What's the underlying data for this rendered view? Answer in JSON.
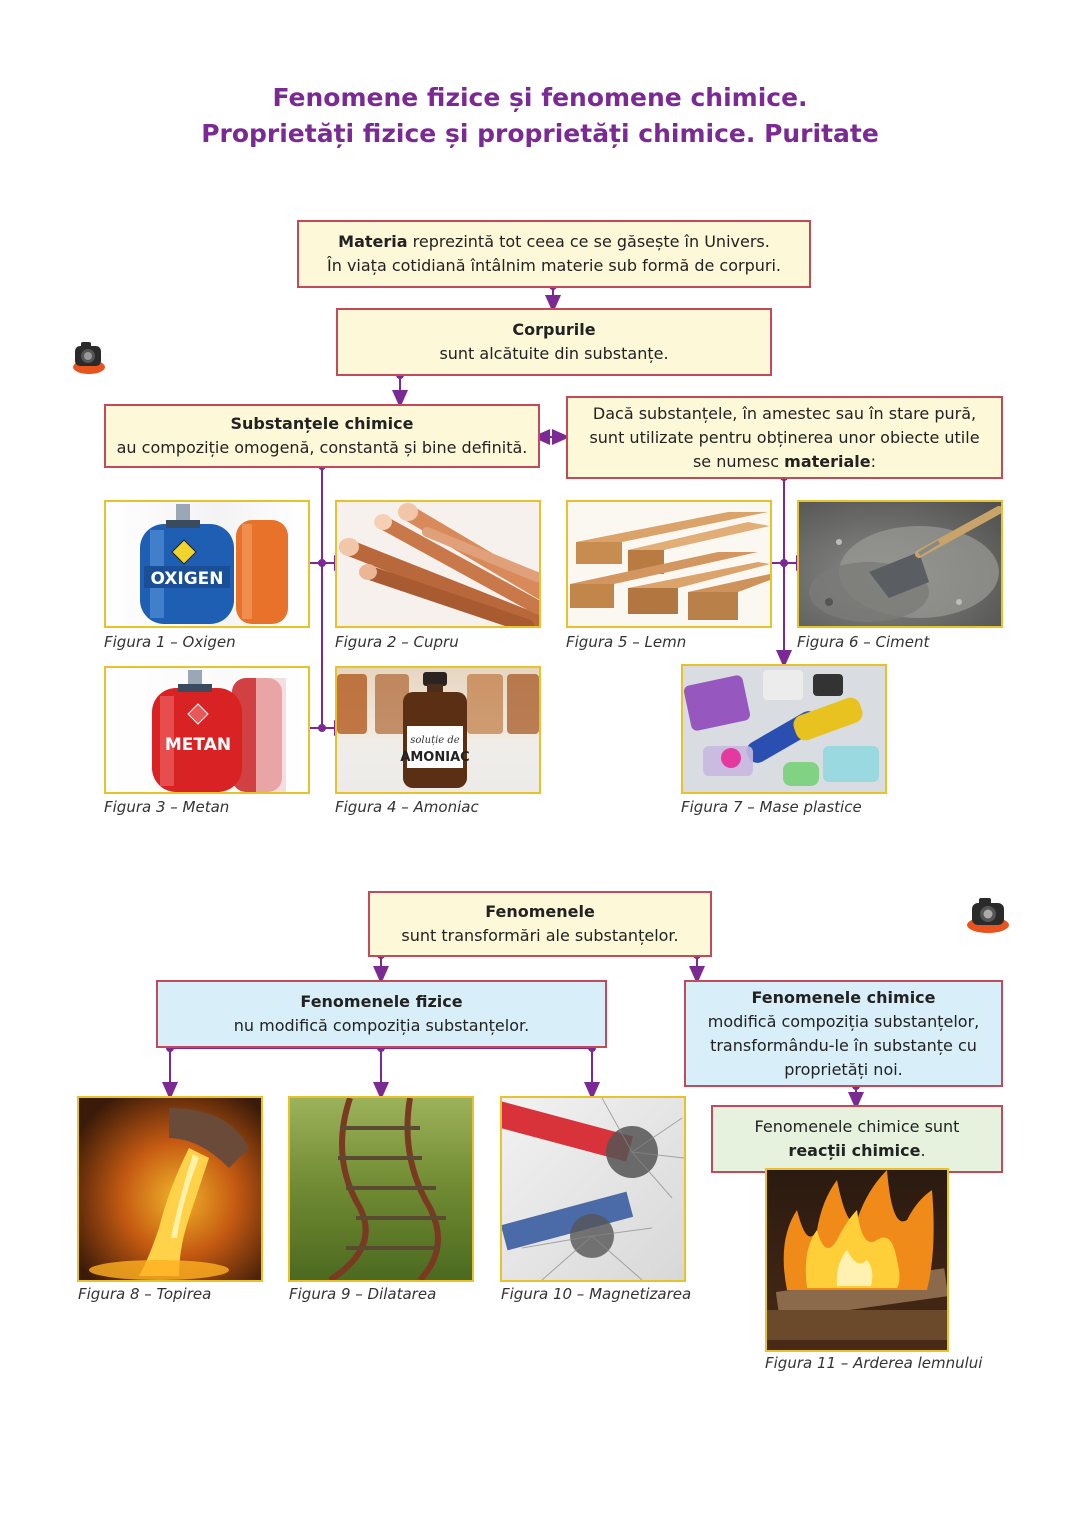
{
  "title": {
    "line1": "Fenomene fizice și fenomene chimice.",
    "line2": "Proprietăți fizice și proprietăți chimice. Puritate"
  },
  "boxes": {
    "materia": {
      "bold": "Materia",
      "text1": " reprezintă tot ceea ce se găsește în Univers.",
      "text2": "În viața cotidiană întâlnim materie sub formă de corpuri."
    },
    "corpurile": {
      "bold": "Corpurile",
      "text": "sunt alcătuite din substanțe."
    },
    "substante": {
      "bold": "Substanțele chimice",
      "text": "au compoziție omogenă, constantă și bine definită."
    },
    "materiale": {
      "text1": "Dacă substanțele, în amestec sau în stare pură,",
      "text2": "sunt utilizate pentru obținerea unor obiecte utile",
      "text3": "se numesc ",
      "bold": "materiale",
      "colon": ":"
    },
    "fenomenele": {
      "bold": "Fenomenele",
      "text": "sunt transformări ale substanțelor."
    },
    "fizice": {
      "bold": "Fenomenele fizice",
      "text": "nu modifică compoziția substanțelor."
    },
    "chimice": {
      "bold": "Fenomenele chimice",
      "text1": "modifică compoziția substanțelor,",
      "text2": "transformându-le în  substanțe cu",
      "text3": "proprietăți noi."
    },
    "reactii": {
      "text": "Fenomenele chimice sunt",
      "bold": "reacții chimice",
      "dot": "."
    }
  },
  "figures": {
    "fig1": {
      "caption": "Figura 1 – Oxigen",
      "label": "OXIGEN"
    },
    "fig2": {
      "caption": "Figura 2 – Cupru"
    },
    "fig3": {
      "caption": "Figura 3 – Metan",
      "label": "METAN"
    },
    "fig4": {
      "caption": "Figura 4 – Amoniac",
      "label1": "soluție de",
      "label2": "AMONIAC"
    },
    "fig5": {
      "caption": "Figura 5 – Lemn"
    },
    "fig6": {
      "caption": "Figura 6 – Ciment"
    },
    "fig7": {
      "caption": "Figura 7 – Mase plastice"
    },
    "fig8": {
      "caption": "Figura 8 – Topirea"
    },
    "fig9": {
      "caption": "Figura 9 – Dilatarea"
    },
    "fig10": {
      "caption": "Figura 10 – Magnetizarea"
    },
    "fig11": {
      "caption": "Figura 11 – Arderea lemnului"
    }
  },
  "colors": {
    "title": "#7b2a93",
    "arrow": "#7b2a93",
    "box_border": "#c24a5a",
    "figure_border": "#e8c22a"
  }
}
